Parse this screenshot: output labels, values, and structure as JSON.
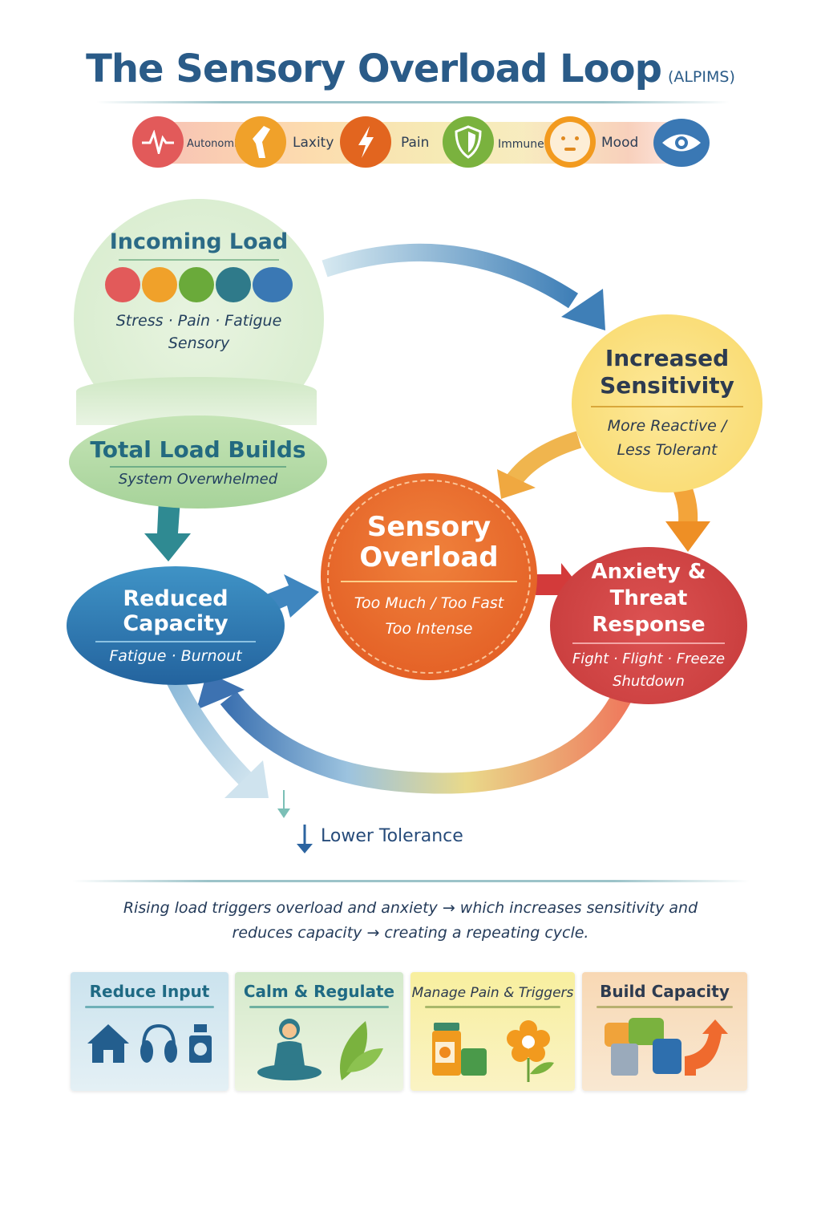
{
  "title": {
    "main": "The Sensory Overload Loop",
    "suffix": "(ALPIMS)"
  },
  "strip": [
    {
      "icon": "heartbeat-icon",
      "label": "Autonomic",
      "color": "#e25a5a"
    },
    {
      "icon": "joint-icon",
      "label": "Laxity",
      "color": "#f0a12a"
    },
    {
      "icon": "lightning-icon",
      "label": "Pain",
      "color": "#e2651f"
    },
    {
      "icon": "shield-icon",
      "label": "Immune",
      "color": "#7ab23e"
    },
    {
      "icon": "sad-face-icon",
      "label": "Mood",
      "color": "#f29a1e"
    },
    {
      "icon": "eye-icon",
      "label": "",
      "color": "#3a78b4"
    }
  ],
  "nodes": {
    "incoming": {
      "title": "Incoming Load",
      "line1": "Stress · Pain · Fatigue",
      "line2": "Sensory"
    },
    "total": {
      "title": "Total Load Builds",
      "sub": "System Overwhelmed"
    },
    "reduced": {
      "title": "Reduced Capacity",
      "sub": "Fatigue · Burnout"
    },
    "overload": {
      "title1": "Sensory",
      "title2": "Overload",
      "line1": "Too Much / Too Fast",
      "line2": "Too Intense"
    },
    "sensitivity": {
      "title1": "Increased",
      "title2": "Sensitivity",
      "line1": "More Reactive /",
      "line2": "Less Tolerant"
    },
    "anxiety": {
      "title1": "Anxiety &",
      "title2": "Threat Response",
      "line1": "Fight · Flight · Freeze",
      "line2": "Shutdown"
    }
  },
  "lower_tolerance": "Lower Tolerance",
  "caption": {
    "line1": "Rising load triggers overload and anxiety → which increases sensitivity and",
    "line2": "reduces capacity → creating a repeating cycle."
  },
  "cards": [
    {
      "title": "Reduce Input",
      "icons": [
        "house-icon",
        "headphones-icon",
        "pill-bottle-icon"
      ],
      "color": "#cfe5ee"
    },
    {
      "title": "Calm & Regulate",
      "icons": [
        "meditation-icon",
        "leaf-icon"
      ],
      "color": "#dcecd2"
    },
    {
      "title": "Manage Pain & Triggers",
      "icons": [
        "medicine-jar-icon",
        "flower-icon"
      ],
      "color": "#f8efb2"
    },
    {
      "title": "Build Capacity",
      "icons": [
        "puzzle-icon",
        "growth-arrow-icon"
      ],
      "color": "#f8dcbc"
    }
  ]
}
